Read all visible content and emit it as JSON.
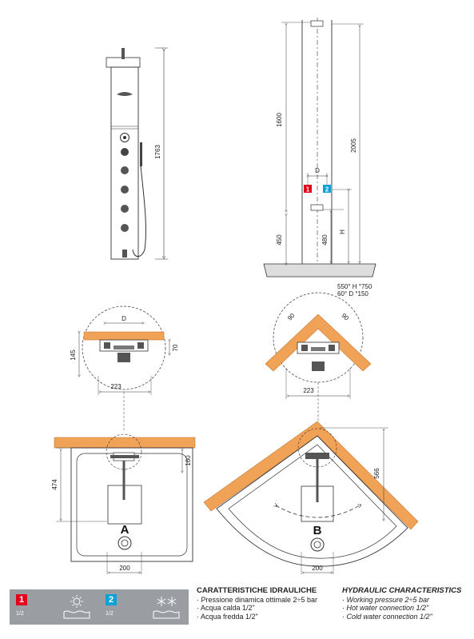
{
  "dimensions": {
    "panel_height": "1763",
    "upper_height": "1600",
    "total_height": "2005",
    "lower_height": "450",
    "inlet_height": "480",
    "h_label": "H",
    "d_label": "D",
    "circle_depth": "145",
    "circle_thick": "70",
    "circle_width": "223",
    "angle_left": "90",
    "angle_right": "90",
    "angle_width": "223",
    "plan_a_depth": "474",
    "plan_a_offset": "160",
    "plan_a_drain": "200",
    "plan_b_diag": "566",
    "plan_b_drain": "200"
  },
  "tray_table": {
    "row1": "550°  H °750",
    "row2": "60°  D °150"
  },
  "markers": {
    "hot": "1",
    "cold": "2",
    "plan_a": "A",
    "plan_b": "B"
  },
  "legend": {
    "hot": {
      "number": "1",
      "size": "1/2",
      "icon": "sun-water-icon",
      "color": "#e2001a"
    },
    "cold": {
      "number": "2",
      "size": "1/2",
      "icon": "snowflake-water-icon",
      "color": "#0aa0d8"
    }
  },
  "hydraulic_it": {
    "title": "CARATTERISTICHE IDRAULICHE",
    "lines": [
      "· Pressione dinamica ottimale 2÷5 bar",
      "· Acqua calda 1/2\"",
      "· Acqua fredda 1/2\""
    ]
  },
  "hydraulic_en": {
    "title": "HYDRAULIC CHARACTERISTICS",
    "lines": [
      "· Working pressure 2÷5 bar",
      "· Hot water connection 1/2\"",
      "· Cold water connection 1/2\""
    ]
  },
  "colors": {
    "wall": "#f0a256",
    "wall_stroke": "#c87a36",
    "hot": "#e2001a",
    "cold": "#0aa0d8",
    "legend_bg": "#9a9ea3"
  }
}
